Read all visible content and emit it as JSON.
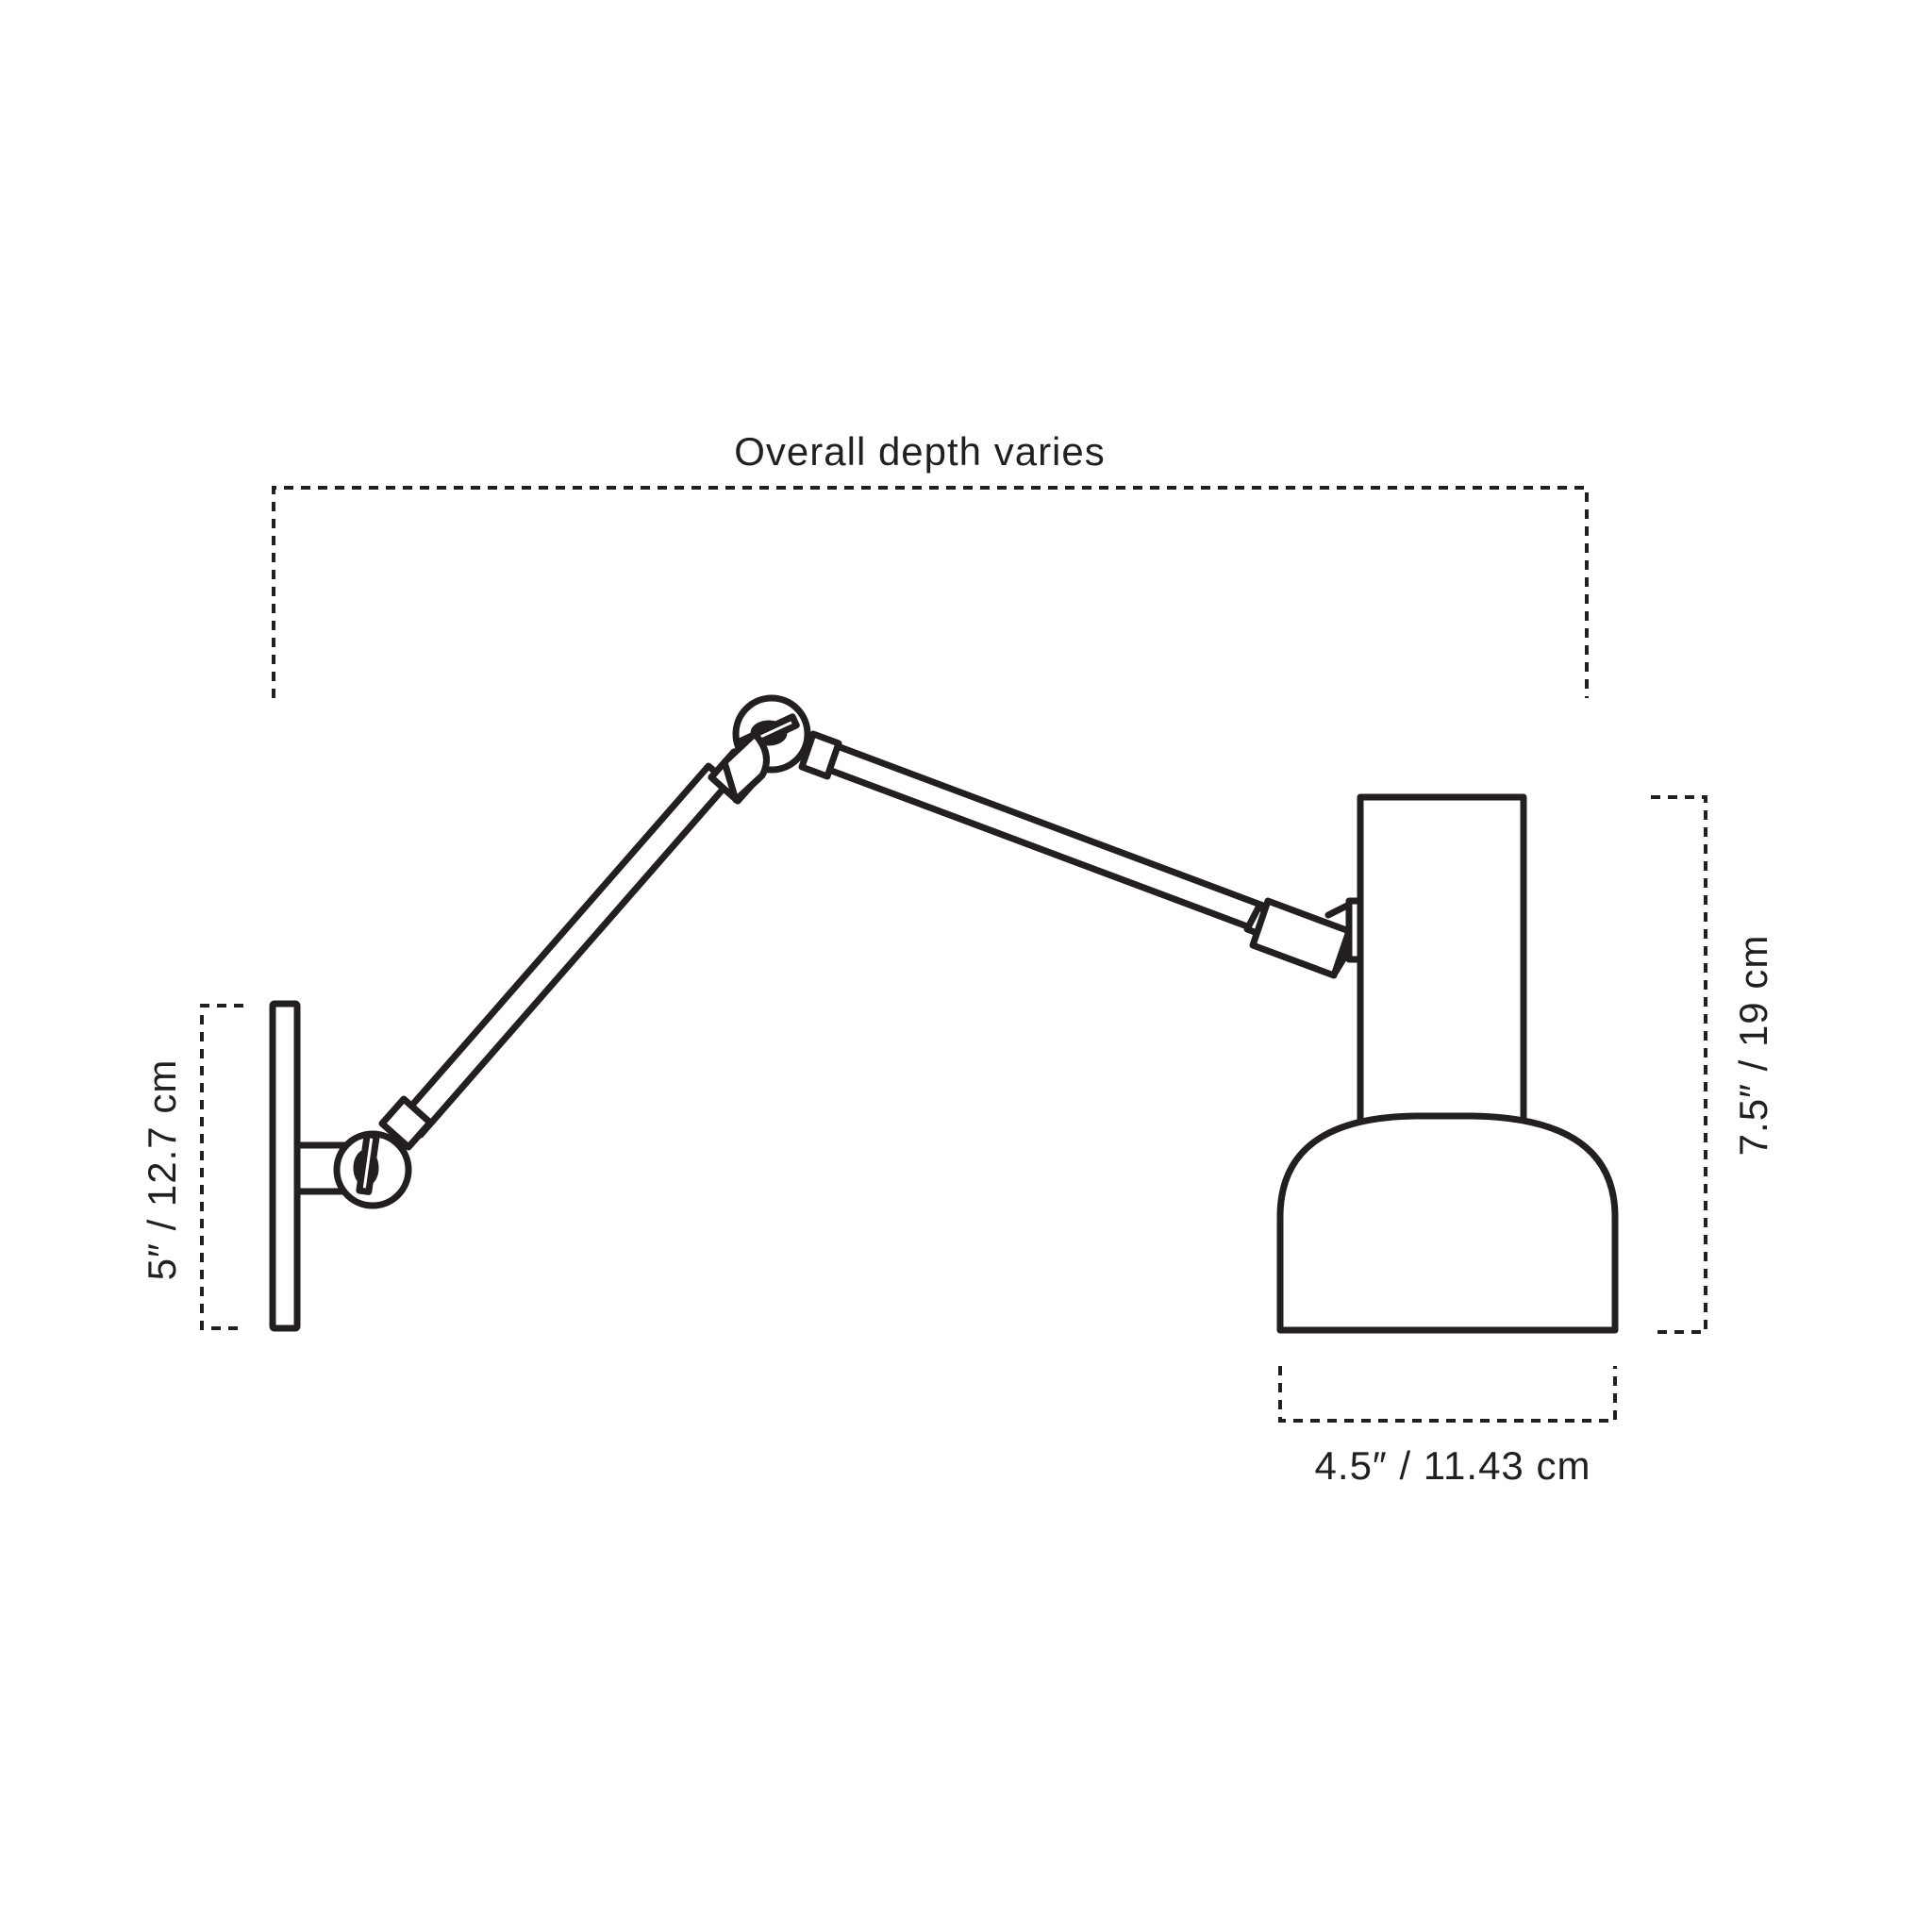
{
  "diagram": {
    "subject": "Swing-arm wall lamp dimension drawing",
    "colors": {
      "line": "#231f20",
      "background": "#ffffff"
    },
    "labels": {
      "overall_depth": "Overall depth varies",
      "backplate_height": "5″ / 12.7 cm",
      "shade_height": "7.5″ / 19 cm",
      "shade_width": "4.5″ / 11.43 cm"
    },
    "parts": [
      "wall-backplate",
      "lower-joint",
      "lower-arm",
      "elbow-joint",
      "upper-arm",
      "shade-mount",
      "shade-neck",
      "shade-dome"
    ]
  }
}
